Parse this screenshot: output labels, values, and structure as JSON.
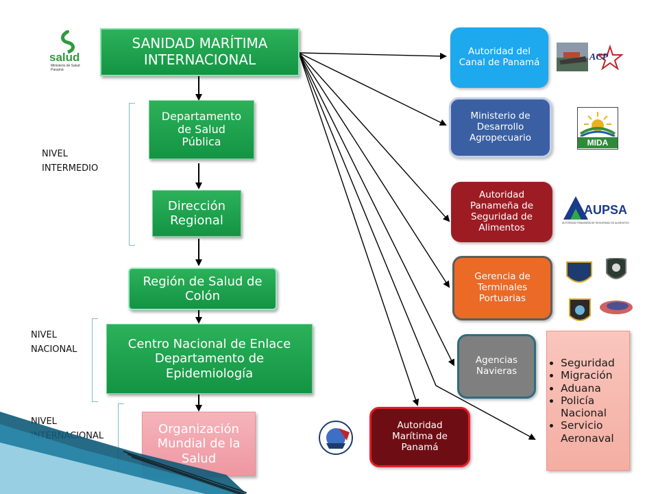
{
  "hierarchy": {
    "sanidad": "SANIDAD MARÍTIMA INTERNACIONAL",
    "depto_salud": "Departamento de Salud Pública",
    "direccion": "Dirección Regional",
    "region": "Región de Salud de Colón",
    "centro": "Centro Nacional de Enlace Departamento de Epidemiología",
    "oms": "Organización Mundial de la Salud"
  },
  "levels": {
    "intermedio": "NIVEL INTERMEDIO",
    "nacional": "NIVEL NACIONAL",
    "internacional": "NIVEL INTERNACIONAL"
  },
  "agencies": {
    "acp": "Autoridad del Canal de Panamá",
    "mida": "Ministerio de Desarrollo Agropecuario",
    "aupsa": "Autoridad Panameña de Seguridad de Alimentos",
    "gerencia": "Gerencia de Terminales Portuarias",
    "navieras": "Agencias Navieras",
    "amp": "Autoridad Marítima de Panamá"
  },
  "security_list": [
    "Seguridad",
    "Migración",
    "Aduana",
    "Policía Nacional",
    "Servicio Aeronaval"
  ],
  "logos": {
    "salud_word": "salud",
    "salud_sub": "Ministerio de Salud Panamá",
    "acp": "ACP",
    "mida": "MIDA",
    "aupsa": "AUPSA",
    "aupsa_sub": "AUTORIDAD PANAMEÑA DE SEGURIDAD DE ALIMENTOS"
  },
  "colors": {
    "green": "#1fa34f",
    "acp": "#1ea8ee",
    "mida": "#3a60a3",
    "aupsa": "#9d1c24",
    "gerencia": "#ea6a26",
    "navieras": "#7f7f7f",
    "amp": "#6e0e14",
    "security": "#f6b3a8",
    "oms": "#f2a3ac"
  }
}
